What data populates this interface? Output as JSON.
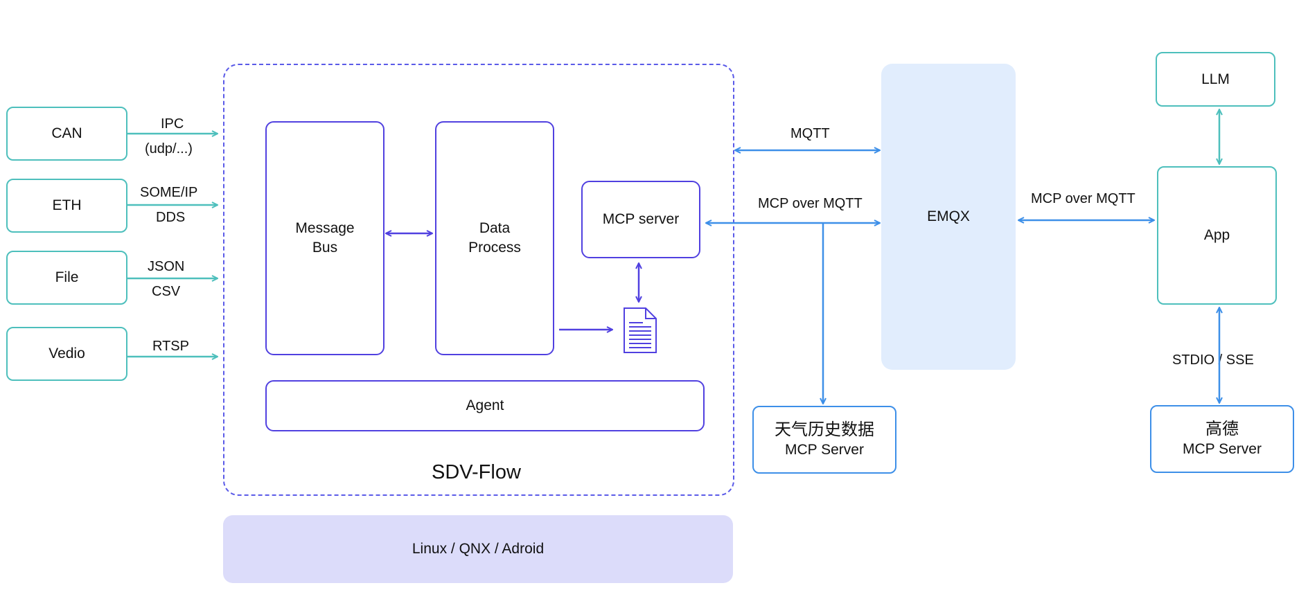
{
  "inputs": [
    {
      "label": "CAN",
      "protocol_top": "IPC",
      "protocol_bottom": "(udp/...)"
    },
    {
      "label": "ETH",
      "protocol_top": "SOME/IP",
      "protocol_bottom": "DDS"
    },
    {
      "label": "File",
      "protocol_top": "JSON",
      "protocol_bottom": "CSV"
    },
    {
      "label": "Vedio",
      "protocol_top": "RTSP",
      "protocol_bottom": ""
    }
  ],
  "sdv": {
    "title": "SDV-Flow",
    "message_bus_line1": "Message",
    "message_bus_line2": "Bus",
    "data_process_line1": "Data",
    "data_process_line2": "Process",
    "mcp_server": "MCP server",
    "agent": "Agent"
  },
  "os_bar": "Linux / QNX / Adroid",
  "links": {
    "mqtt": "MQTT",
    "mcp_over_mqtt_left": "MCP over MQTT",
    "mcp_over_mqtt_right": "MCP over MQTT",
    "stdio_sse": "STDIO / SSE"
  },
  "emqx": "EMQX",
  "weather_server": {
    "line1": "天气历史数据",
    "line2": "MCP Server"
  },
  "amap_server": {
    "line1": "高德",
    "line2": "MCP Server"
  },
  "llm": "LLM",
  "app": "App",
  "colors": {
    "teal": "#4dbfbc",
    "purple": "#5040e0",
    "blue": "#3d8fe8",
    "emqx_fill": "#e1edfd",
    "os_fill": "#dcdcfa"
  }
}
